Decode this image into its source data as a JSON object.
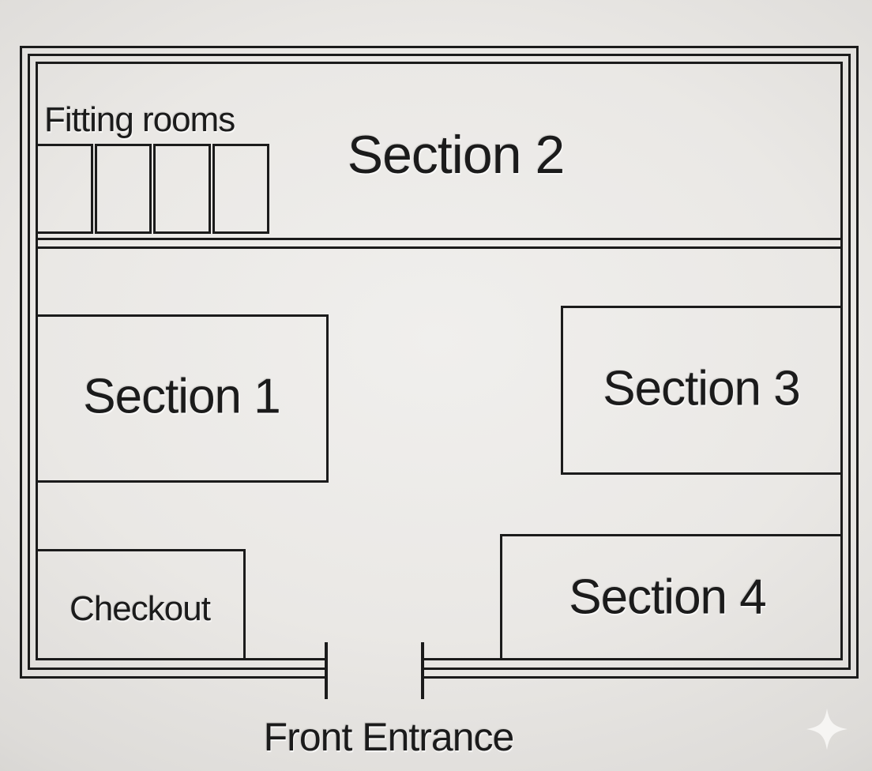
{
  "colors": {
    "paper": "#eae8e5",
    "paper_edge": "#d0cecb",
    "line": "#1b1b1b",
    "sparkle": "#f8f7f5"
  },
  "plan": {
    "section1_label": "Section 1",
    "section2_label": "Section 2",
    "section3_label": "Section 3",
    "section4_label": "Section 4",
    "checkout_label": "Checkout",
    "fitting_rooms_label": "Fitting rooms",
    "fitting_room_stall_count": 4,
    "front_entrance_label": "Front Entrance"
  },
  "icons": {
    "watermark": "sparkle-four-point-star-icon"
  }
}
